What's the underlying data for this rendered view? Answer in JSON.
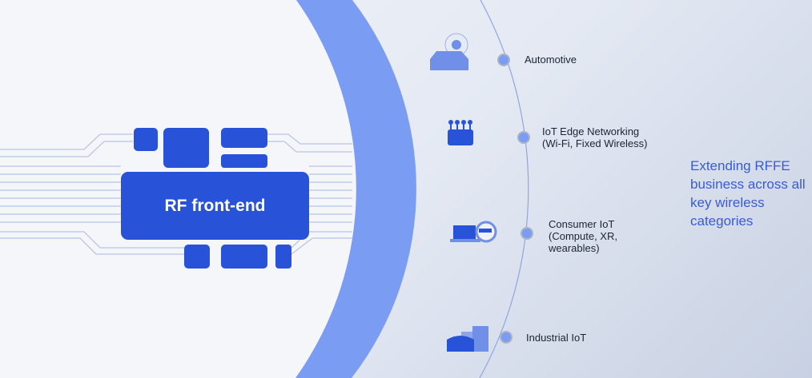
{
  "chip_label": "RF front-end",
  "categories": [
    {
      "label": "Automotive",
      "icon": "car-icon"
    },
    {
      "label": "IoT Edge Networking\n(Wi-Fi, Fixed Wireless)",
      "icon": "router-icon"
    },
    {
      "label": "Consumer IoT\n(Compute, XR,\nwearables)",
      "icon": "laptop-watch-icon"
    },
    {
      "label": "Industrial IoT",
      "icon": "factory-icon"
    }
  ],
  "tagline": "Extending RFFE business across all key wireless categories",
  "colors": {
    "chip": "#2853d8",
    "ring": "#7a9cf2",
    "accent": "#3a5bd8"
  }
}
